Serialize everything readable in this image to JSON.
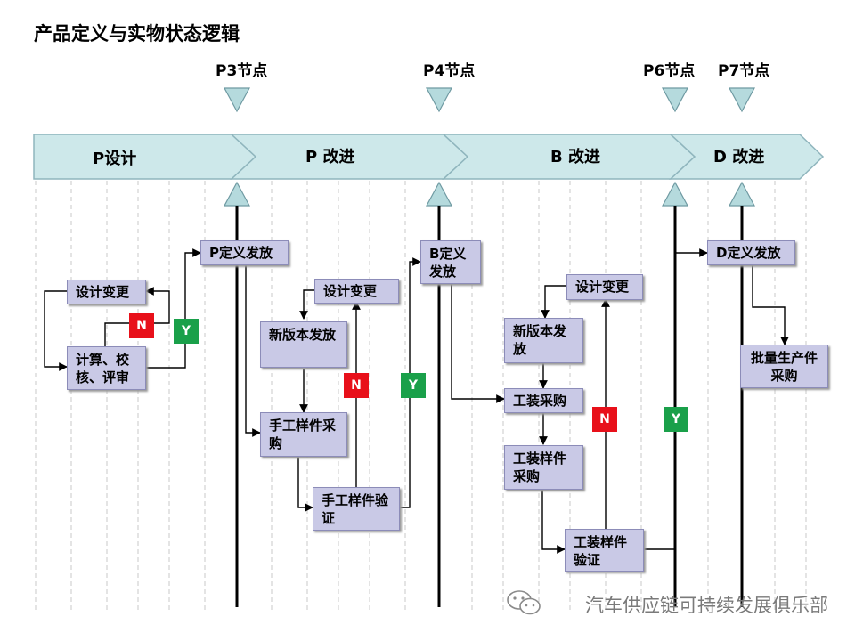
{
  "title": "产品定义与实物状态逻辑",
  "milestones": [
    "P3节点",
    "P4节点",
    "P6节点",
    "P7节点"
  ],
  "phases": [
    "P设计",
    "P 改进",
    "B 改进",
    "D 改进"
  ],
  "boxes": {
    "p_change": "设计变更",
    "p_calc": "计算、校核、评审",
    "p_release": "P定义发放",
    "p2_change": "设计变更",
    "p2_new_version": "新版本发放",
    "p2_proto_purchase": "手工样件采购",
    "p2_proto_verify": "手工样件验证",
    "b_release": "B定义发放",
    "b_change": "设计变更",
    "b_new_version": "新版本发放",
    "b_tool_purchase": "工装采购",
    "b_tool_sample_purchase": "工装样件采购",
    "b_tool_sample_verify": "工装样件验证",
    "d_release": "D定义发放",
    "d_mass_purchase": "批量生产件采购"
  },
  "flags": {
    "n": "N",
    "y": "Y"
  },
  "watermark": "汽车供应链可持续发展俱乐部",
  "colors": {
    "phase_fill": "#cde8ea",
    "phase_stroke": "#8fb5bd",
    "box_fill": "#c9c9e6",
    "no_flag": "#e8101a",
    "yes_flag": "#1aa04a"
  }
}
